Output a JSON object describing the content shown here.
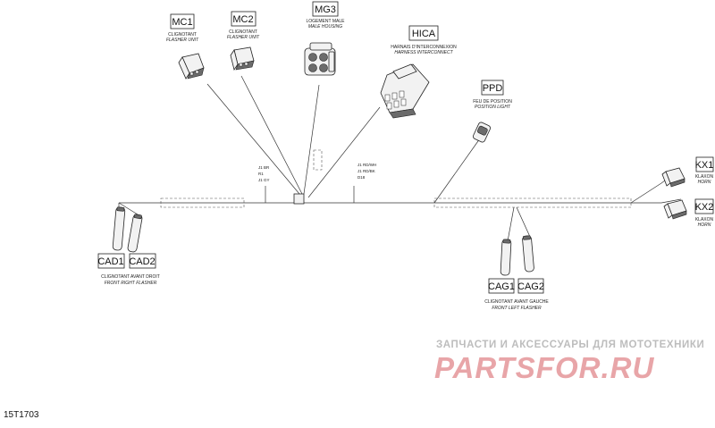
{
  "drawing_number": "15T1703",
  "watermark": {
    "text_ru": "ЗАПЧАСТИ И АКСЕССУАРЫ ДЛЯ МОТОТЕХНИКИ",
    "logo": "PARTSFOR.RU"
  },
  "components": {
    "mc1": {
      "ref": "MC1",
      "fr": "CLIGNOTANT",
      "en": "FLASHER UNIT"
    },
    "mc2": {
      "ref": "MC2",
      "fr": "CLIGNOTANT",
      "en": "FLASHER UNIT"
    },
    "mg3": {
      "ref": "MG3",
      "fr": "LOGEMENT MALE",
      "en": "MALE HOUSING"
    },
    "hica": {
      "ref": "HICA",
      "fr": "HARNAIS D'INTERCONNEXION",
      "en": "HARNESS INTERCONNECT"
    },
    "ppd": {
      "ref": "PPD",
      "fr": "FEU DE POSITION",
      "en": "POSITION LIGHT"
    },
    "kx1": {
      "ref": "KX1",
      "fr": "KLAXON",
      "en": "HORN"
    },
    "kx2": {
      "ref": "KX2",
      "fr": "KLAXON",
      "en": "HORN"
    },
    "cad1": {
      "ref": "CAD1"
    },
    "cad2": {
      "ref": "CAD2"
    },
    "cad_caption": {
      "fr": "CLIGNOTANT AVANT DROIT",
      "en": "FRONT RIGHT FLASHER"
    },
    "cag1": {
      "ref": "CAG1"
    },
    "cag2": {
      "ref": "CAG2"
    },
    "cag_caption": {
      "fr": "CLIGNOTANT AVANT GAUCHE",
      "en": "FRONT LEFT FLASHER"
    }
  },
  "wire_tags": {
    "left": [
      "J1 BR",
      "R1",
      "J1 GY"
    ],
    "right": [
      "J1 RD/WH",
      "J1 RD/BK",
      "D18"
    ]
  }
}
